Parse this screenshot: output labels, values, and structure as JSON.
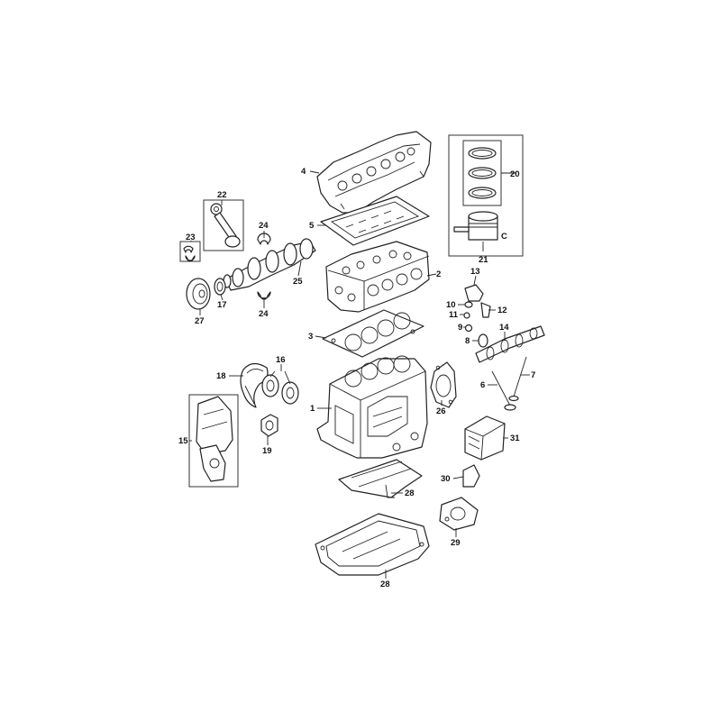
{
  "callouts": {
    "c1": "1",
    "c2": "2",
    "c3": "3",
    "c4": "4",
    "c5": "5",
    "c6": "6",
    "c7": "7",
    "c8": "8",
    "c9": "9",
    "c10": "10",
    "c11": "11",
    "c12": "12",
    "c13": "13",
    "c14": "14",
    "c15": "15",
    "c16": "16",
    "c17": "17",
    "c18": "18",
    "c19": "19",
    "c20": "20",
    "c21": "21",
    "c22": "22",
    "c23": "23",
    "c24a": "24",
    "c24b": "24",
    "c25": "25",
    "c26": "26",
    "c27": "27",
    "c28a": "28",
    "c28b": "28",
    "c29": "29",
    "c30": "30",
    "c31": "31"
  },
  "piston_mark": "C"
}
